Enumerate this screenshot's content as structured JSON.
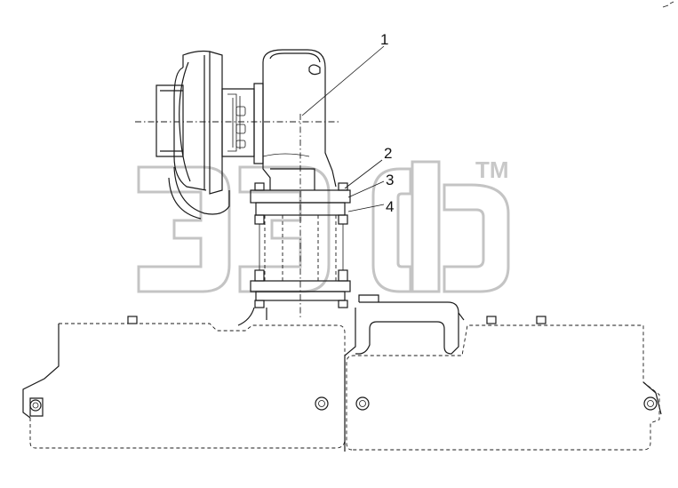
{
  "diagram": {
    "callouts": [
      {
        "label": "1"
      },
      {
        "label": "2"
      },
      {
        "label": "3"
      },
      {
        "label": "4"
      }
    ],
    "watermark_mark": "TM"
  },
  "colors": {
    "line": "#1a1a1a",
    "watermark": "#c4c4c4",
    "background": "#ffffff"
  }
}
